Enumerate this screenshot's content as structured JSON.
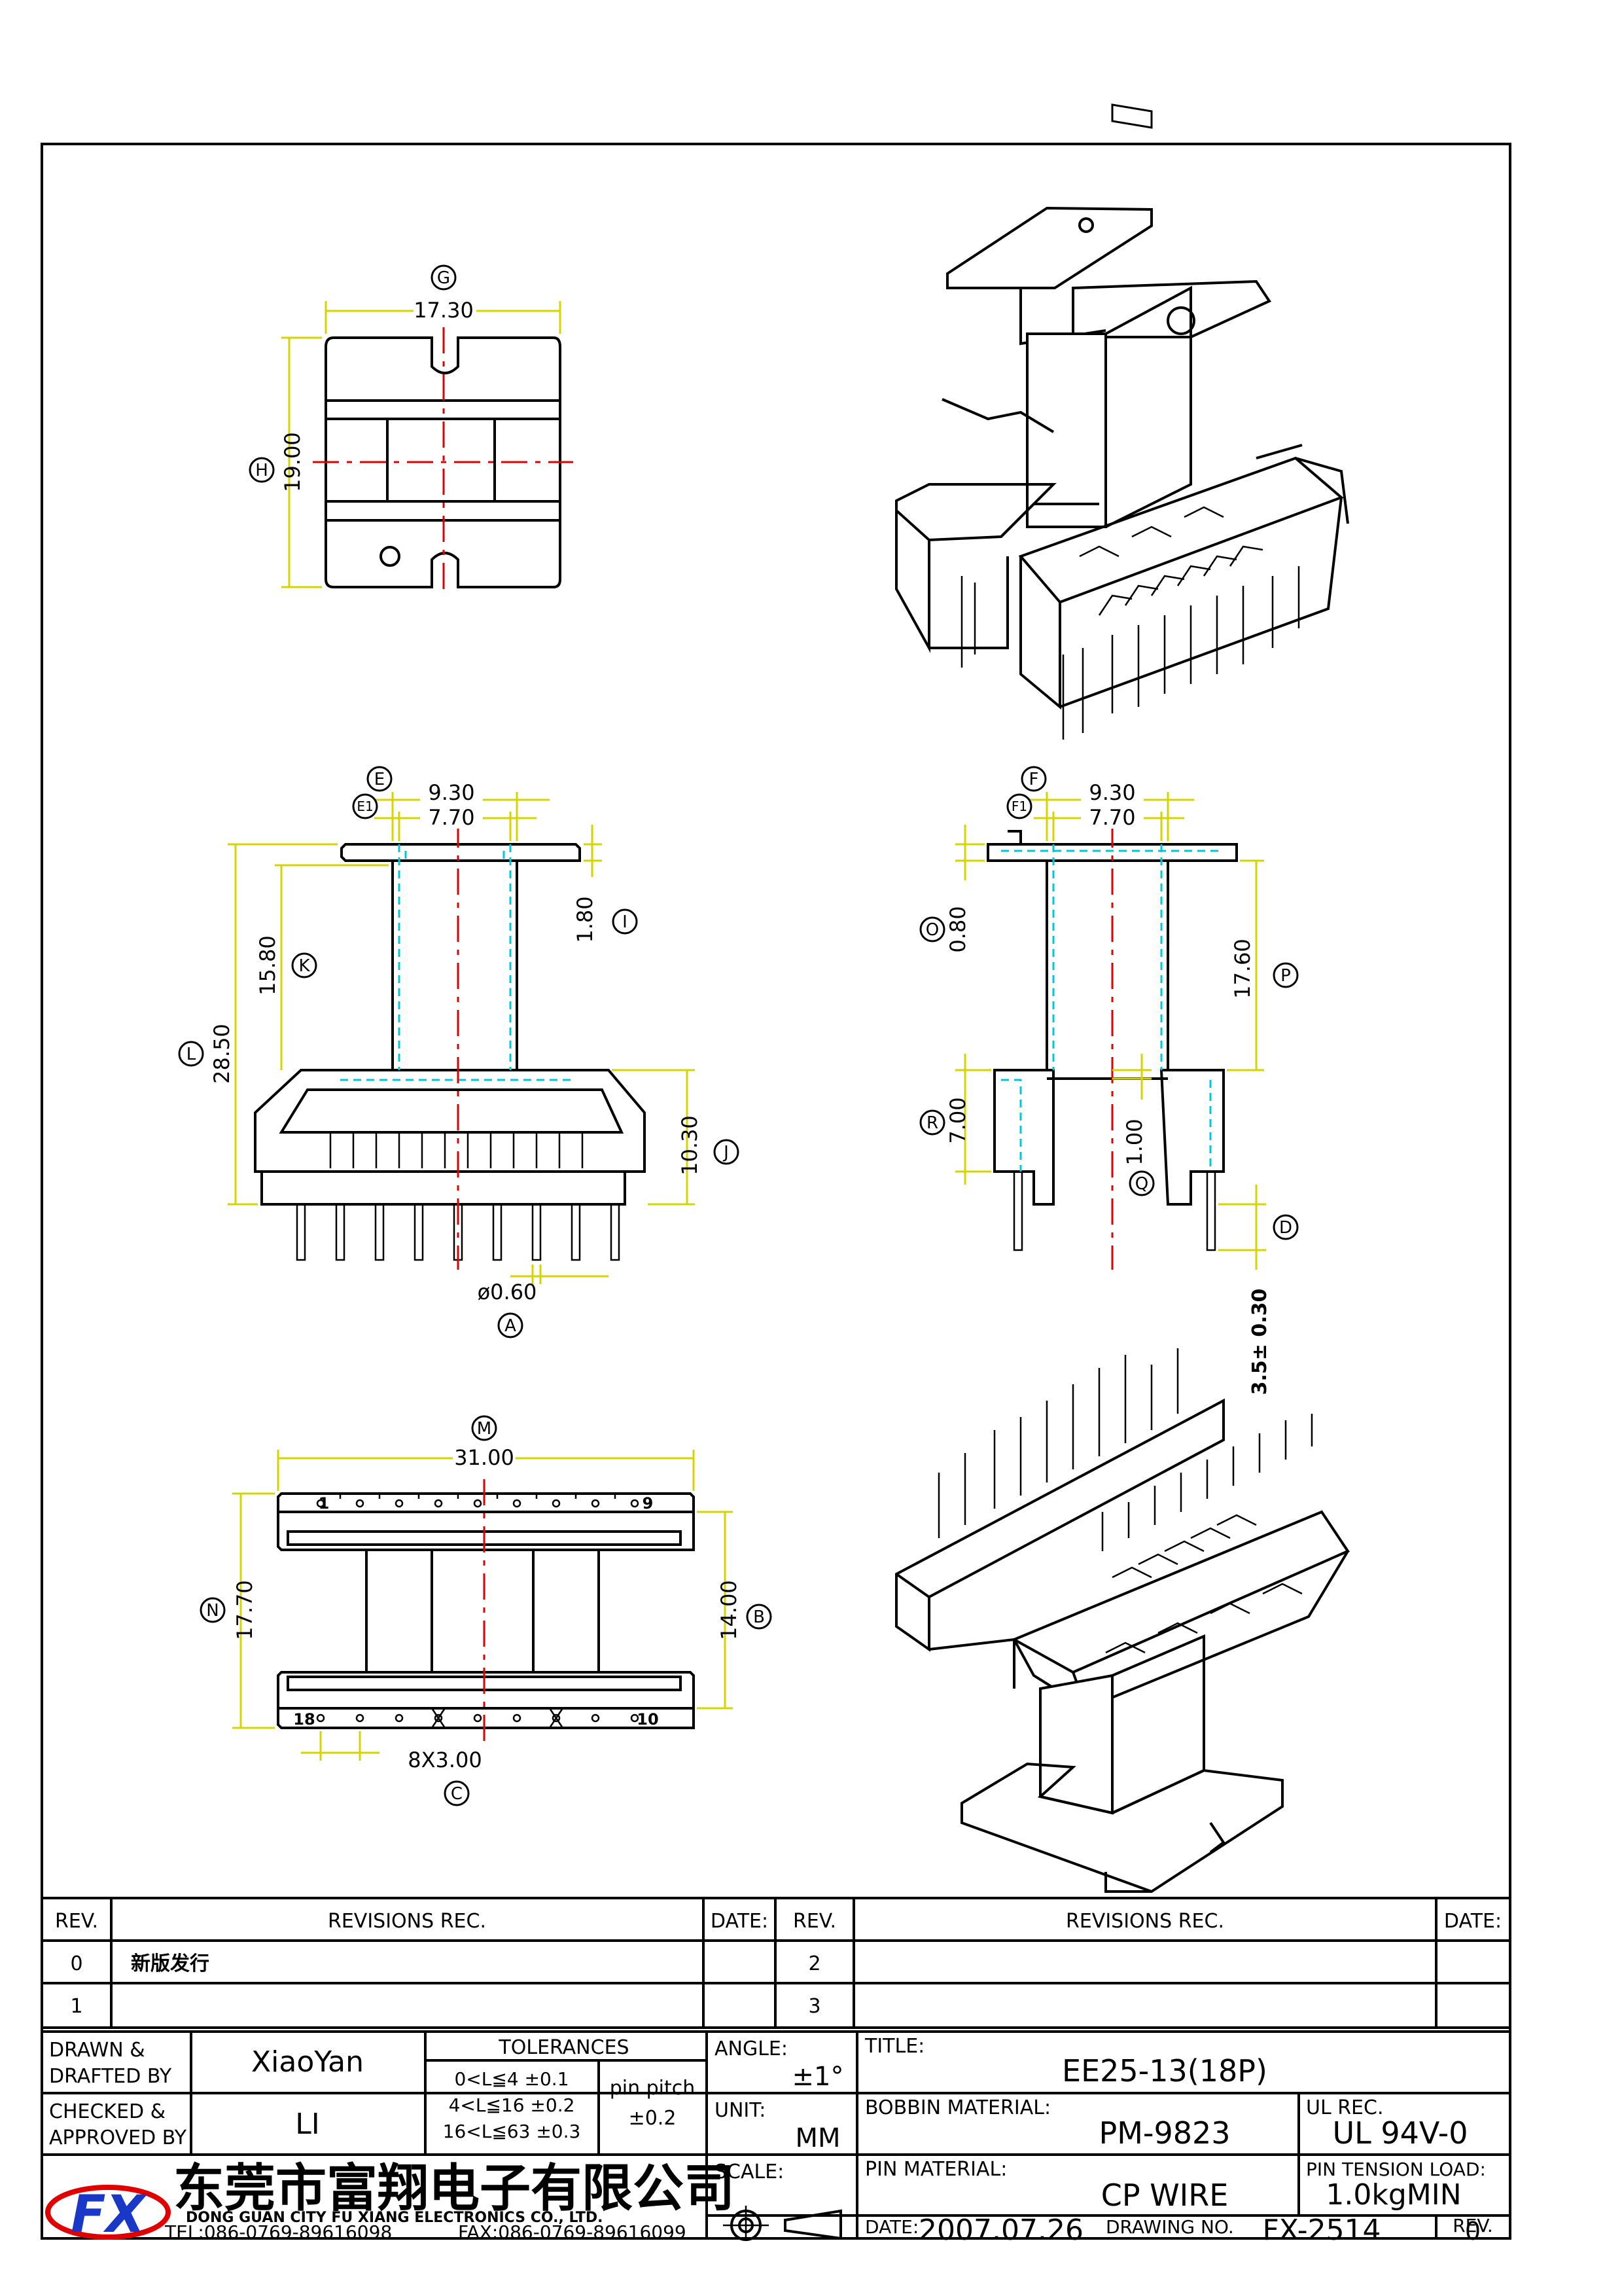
{
  "views": {
    "top": {
      "dim_width": "17.30",
      "dim_height": "19.00",
      "label_g": "G",
      "label_h": "H"
    },
    "front": {
      "dim_e_outer": "9.30",
      "dim_e_inner": "7.70",
      "dim_i": "1.80",
      "dim_k": "15.80",
      "dim_l": "28.50",
      "dim_j": "10.30",
      "dim_pin": "ø0.60",
      "label_e": "E",
      "label_e1": "E1",
      "label_i": "I",
      "label_k": "K",
      "label_l": "L",
      "label_j": "J",
      "label_a": "A"
    },
    "side": {
      "dim_f_outer": "9.30",
      "dim_f_inner": "7.70",
      "dim_o": "0.80",
      "dim_p": "17.60",
      "dim_r": "7.00",
      "dim_q": "1.00",
      "dim_d": "3.5± 0.30",
      "label_f": "F",
      "label_f1": "F1",
      "label_o": "O",
      "label_p": "P",
      "label_r": "R",
      "label_q": "Q",
      "label_d": "D"
    },
    "bottom": {
      "dim_m": "31.00",
      "dim_n": "17.70",
      "dim_b": "14.00",
      "dim_c": "8X3.00",
      "pin_1": "1",
      "pin_9": "9",
      "pin_18": "18",
      "pin_10": "10",
      "label_m": "M",
      "label_n": "N",
      "label_b": "B",
      "label_c": "C"
    }
  },
  "revisions": {
    "header": {
      "rev": "REV.",
      "rec": "REVISIONS  REC.",
      "date": "DATE:"
    },
    "rows_left": [
      {
        "rev": "0",
        "rec": "新版发行"
      },
      {
        "rev": "1",
        "rec": ""
      }
    ],
    "rows_right": [
      {
        "rev": "2",
        "rec": ""
      },
      {
        "rev": "3",
        "rec": ""
      }
    ]
  },
  "title_block": {
    "drawn_label_1": "DRAWN &",
    "drawn_label_2": "DRAFTED BY",
    "drawn_value": "XiaoYan",
    "checked_label_1": "CHECKED &",
    "checked_label_2": "APPROVED BY",
    "checked_value": "LI",
    "tolerances_label": "TOLERANCES",
    "tol_1": "0<L≦4   ±0.1",
    "tol_2": "4<L≦16  ±0.2",
    "tol_3": "16<L≦63  ±0.3",
    "pin_pitch_label": "pin pitch",
    "pin_pitch_value": "±0.2",
    "angle_label": "ANGLE:",
    "angle_value": "±1°",
    "unit_label": "UNIT:",
    "unit_value": "MM",
    "scale_label": "SCALE:",
    "title_label": "TITLE:",
    "title_value": "EE25-13(18P)",
    "bobbin_label": "BOBBIN  MATERIAL:",
    "bobbin_value": "PM-9823",
    "ul_label": "UL REC.",
    "ul_value": "UL  94V-0",
    "pin_material_label": "PIN  MATERIAL:",
    "pin_material_value": "CP  WIRE",
    "pin_tension_label": "PIN TENSION LOAD:",
    "pin_tension_value": "1.0kgMIN",
    "date_label": "DATE:",
    "date_value": "2007.07.26",
    "drawing_no_label": "DRAWING NO.",
    "drawing_no_value": "FX-2514",
    "rev_label": "REV.",
    "rev_value": "0",
    "company_cn": "东莞市富翔电子有限公司",
    "company_en": "DONG GUAN CITY FU XIANG ELECTRONICS CO., LTD.",
    "tel": "TEL:086-0769-89616098",
    "fax": "FAX:086-0769-89616099",
    "logo_text": "FX"
  }
}
